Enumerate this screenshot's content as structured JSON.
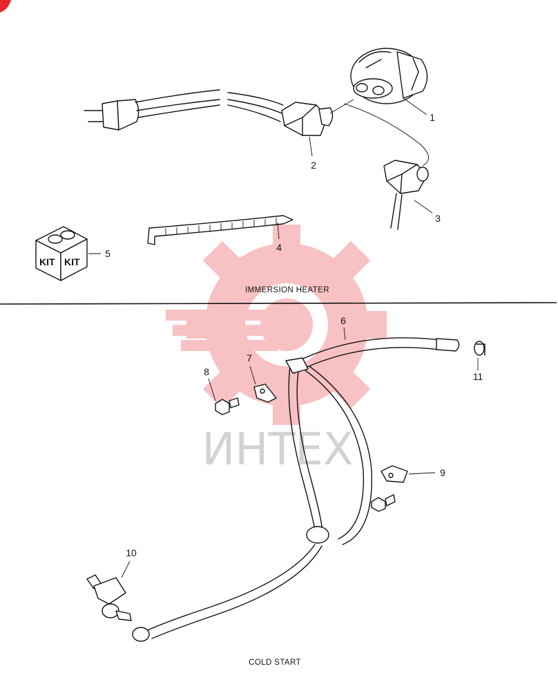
{
  "sections": {
    "top_caption": "IMMERSION HEATER",
    "bottom_caption": "COLD START"
  },
  "callouts": [
    "1",
    "2",
    "3",
    "4",
    "5",
    "6",
    "7",
    "8",
    "9",
    "10",
    "11"
  ],
  "kit_labels": [
    "KIT",
    "KIT"
  ],
  "watermark": {
    "text": "ИНТЕХ",
    "color": "#e8262d"
  }
}
